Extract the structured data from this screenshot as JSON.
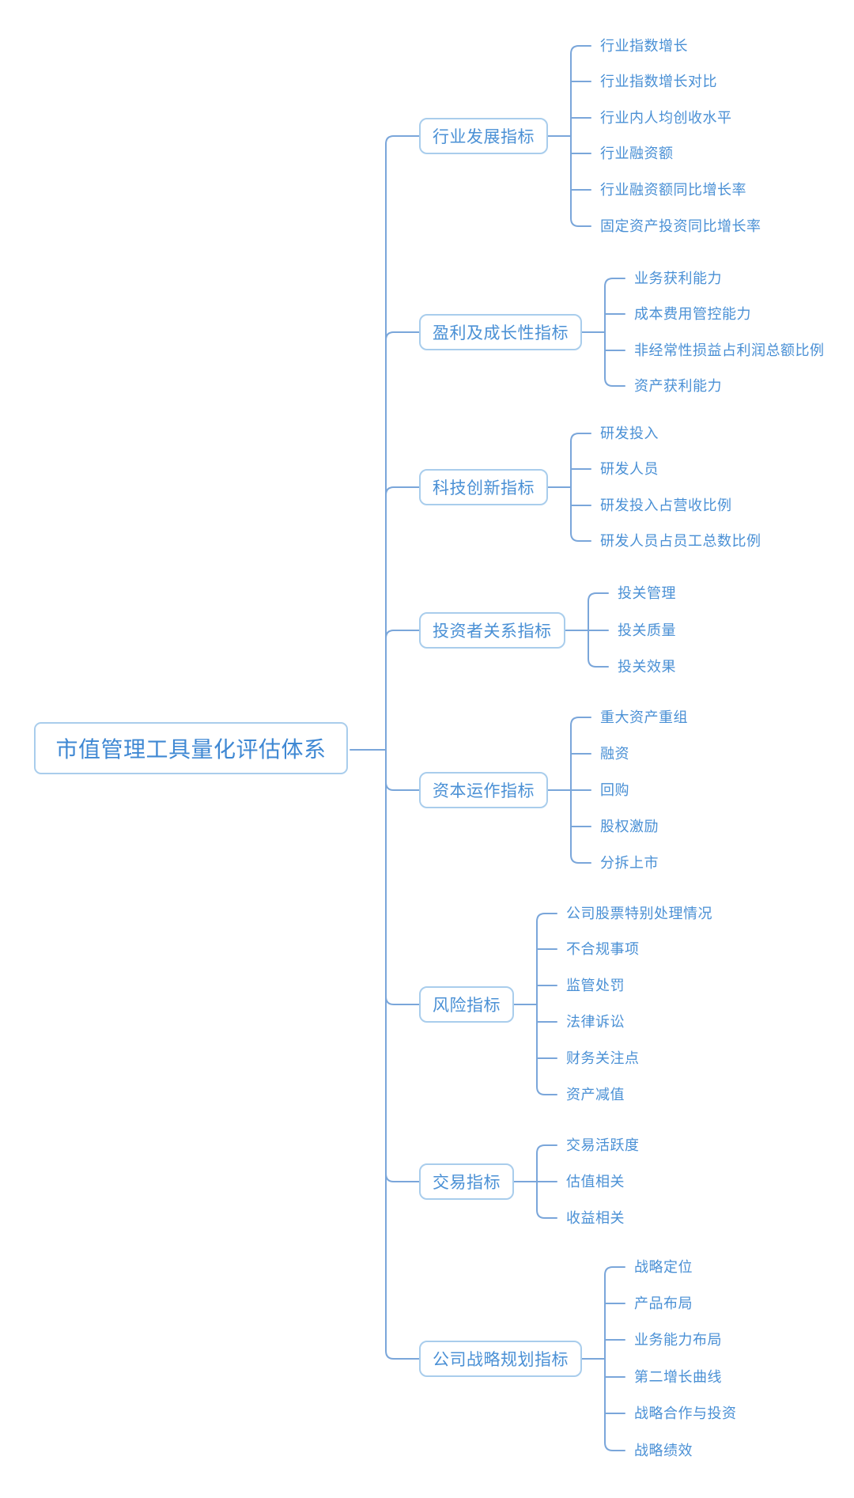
{
  "title": "市值管理工具量化评估体系",
  "colors": {
    "node_text": "#4a90d5",
    "root_text": "#3f88d3",
    "line": "#7aa6da",
    "box_border": "#a9cdec",
    "background": "#ffffff"
  },
  "branches": [
    {
      "label": "行业发展指标",
      "children": [
        "行业指数增长",
        "行业指数增长对比",
        "行业内人均创收水平",
        "行业融资额",
        "行业融资额同比增长率",
        "固定资产投资同比增长率"
      ]
    },
    {
      "label": "盈利及成长性指标",
      "children": [
        "业务获利能力",
        "成本费用管控能力",
        "非经常性损益占利润总额比例",
        "资产获利能力"
      ]
    },
    {
      "label": "科技创新指标",
      "children": [
        "研发投入",
        "研发人员",
        "研发投入占营收比例",
        "研发人员占员工总数比例"
      ]
    },
    {
      "label": "投资者关系指标",
      "children": [
        "投关管理",
        "投关质量",
        "投关效果"
      ]
    },
    {
      "label": "资本运作指标",
      "children": [
        "重大资产重组",
        "融资",
        "回购",
        "股权激励",
        "分拆上市"
      ]
    },
    {
      "label": "风险指标",
      "children": [
        "公司股票特别处理情况",
        "不合规事项",
        "监管处罚",
        "法律诉讼",
        "财务关注点",
        "资产减值"
      ]
    },
    {
      "label": "交易指标",
      "children": [
        "交易活跃度",
        "估值相关",
        "收益相关"
      ]
    },
    {
      "label": "公司战略规划指标",
      "children": [
        "战略定位",
        "产品布局",
        "业务能力布局",
        "第二增长曲线",
        "战略合作与投资",
        "战略绩效"
      ]
    }
  ]
}
